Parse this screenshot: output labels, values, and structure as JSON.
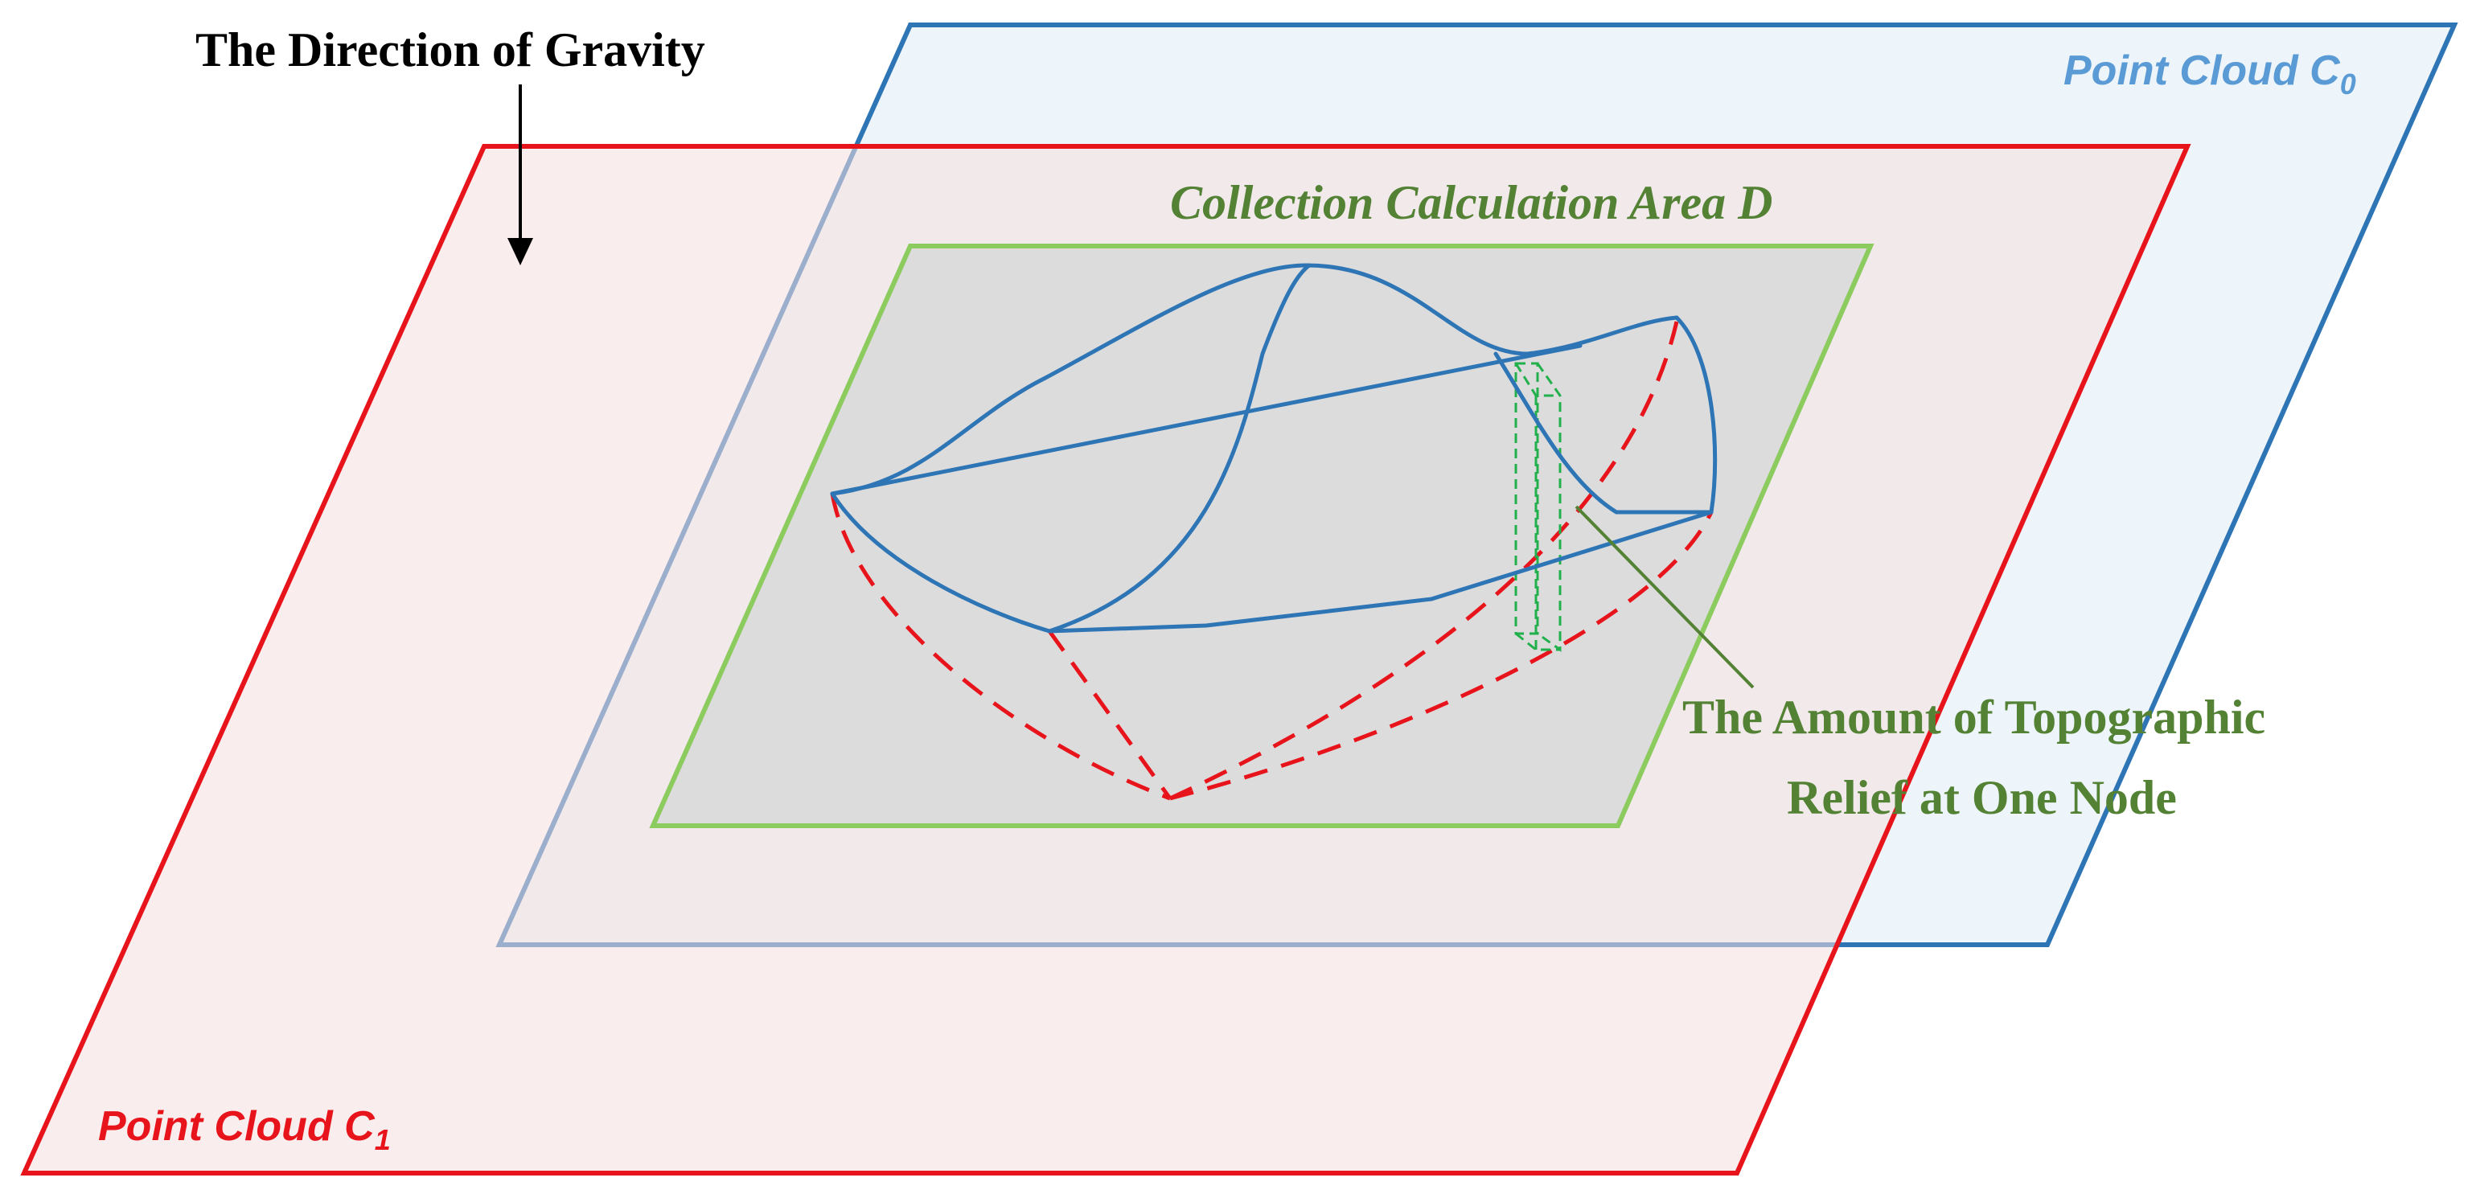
{
  "labels": {
    "gravity": "The Direction of Gravity",
    "cloud_c0_prefix": "Point Cloud C",
    "cloud_c0_sub": "0",
    "cloud_c1_prefix": "Point Cloud C",
    "cloud_c1_sub": "1",
    "area": "Collection Calculation Area D",
    "relief_line1": "The Amount of Topographic",
    "relief_line2": "Relief at One Node"
  },
  "colors": {
    "cloud_c0": "#2E75B6",
    "cloud_c0_fill": "#EEF5FA",
    "cloud_c0_label": "#5B9BD5",
    "cloud_c1": "#E8141C",
    "cloud_c1_fill": "#FBEDED",
    "area_stroke": "#8CCB5E",
    "area_fill": "#DDDCDC",
    "area_label": "#548235",
    "surface": "#2E75B6",
    "dashed_base": "#E8141C",
    "node_column": "#21B04B",
    "relief_label": "#548235",
    "gravity": "#000000"
  }
}
